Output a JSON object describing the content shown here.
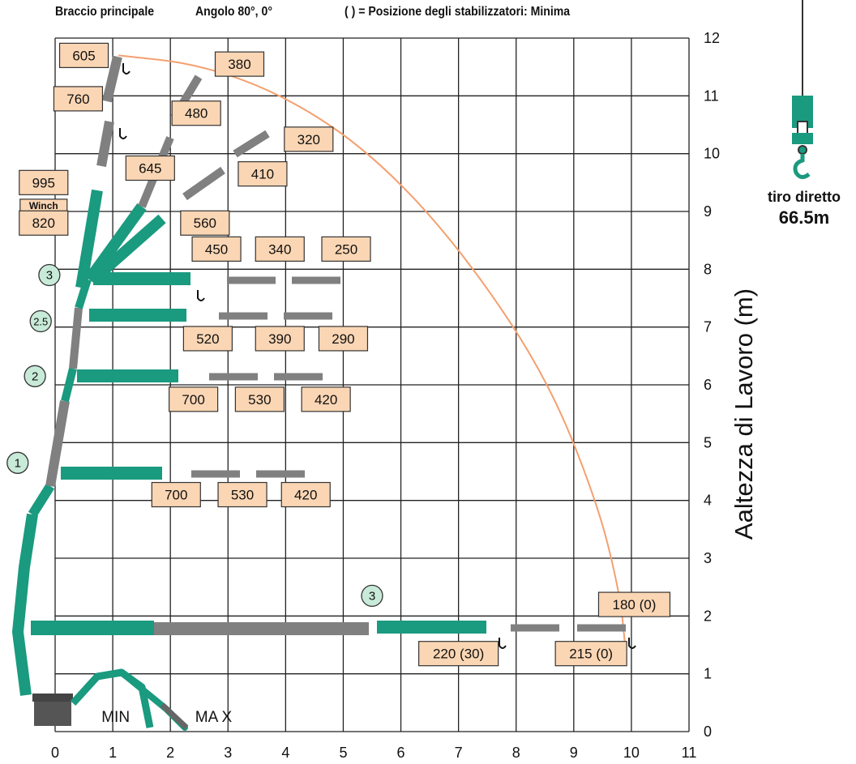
{
  "header": {
    "boom": "Braccio principale",
    "angle": "Angolo 80°, 0°",
    "outriggers": "( ) = Posizione degli stabilizzatori: Minima"
  },
  "side": {
    "label": "tiro diretto",
    "value": "66.5m"
  },
  "colors": {
    "boom": "#1a9a7f",
    "extension": "#808080",
    "load_label_fill": "#fbd6b4",
    "arc": "#f4a070",
    "badge_fill": "#c8ead8",
    "base": "#555555"
  },
  "chart_data": {
    "type": "scatter",
    "title": "",
    "xlabel": "",
    "ylabel": "Aaltezza di Lavoro (m)",
    "xlim": [
      0,
      11
    ],
    "ylim": [
      0,
      12
    ],
    "x_ticks": [
      "0",
      "1",
      "2",
      "3",
      "4",
      "5",
      "6",
      "7",
      "8",
      "9",
      "10",
      "11"
    ],
    "y_ticks": [
      "0",
      "1",
      "2",
      "3",
      "4",
      "5",
      "6",
      "7",
      "8",
      "9",
      "10",
      "11",
      "12"
    ],
    "grid": true,
    "envelope_arc": [
      [
        1.1,
        11.7
      ],
      [
        2.5,
        11.55
      ],
      [
        4.0,
        11.0
      ],
      [
        5.5,
        10.0
      ],
      [
        7.0,
        8.4
      ],
      [
        8.5,
        6.2
      ],
      [
        9.4,
        4.0
      ],
      [
        9.8,
        2.4
      ],
      [
        9.9,
        1.4
      ]
    ],
    "section_badges": [
      {
        "label": "3",
        "x": -0.1,
        "y": 7.9
      },
      {
        "label": "2.5",
        "x": -0.25,
        "y": 7.1
      },
      {
        "label": "2",
        "x": -0.35,
        "y": 6.15
      },
      {
        "label": "1",
        "x": -0.65,
        "y": 4.65
      },
      {
        "label": "3",
        "x": 5.5,
        "y": 2.35
      }
    ],
    "base_labels": [
      {
        "label": "MIN",
        "x": 1.05,
        "y": 0.25
      },
      {
        "label": "MA X",
        "x": 2.75,
        "y": 0.25
      }
    ],
    "load_points": [
      {
        "label": "605",
        "x": 0.5,
        "y": 11.7
      },
      {
        "label": "380",
        "x": 3.2,
        "y": 11.55
      },
      {
        "label": "760",
        "x": 0.4,
        "y": 10.95
      },
      {
        "label": "480",
        "x": 2.45,
        "y": 10.7
      },
      {
        "label": "320",
        "x": 4.4,
        "y": 10.25
      },
      {
        "label": "645",
        "x": 1.65,
        "y": 9.75
      },
      {
        "label": "410",
        "x": 3.6,
        "y": 9.65
      },
      {
        "label": "995",
        "x": -0.2,
        "y": 9.5
      },
      {
        "label": "Winch",
        "x": -0.2,
        "y": 9.1
      },
      {
        "label": "820",
        "x": -0.2,
        "y": 8.8
      },
      {
        "label": "560",
        "x": 2.6,
        "y": 8.8
      },
      {
        "label": "450",
        "x": 2.8,
        "y": 8.35
      },
      {
        "label": "340",
        "x": 3.9,
        "y": 8.35
      },
      {
        "label": "250",
        "x": 5.05,
        "y": 8.35
      },
      {
        "label": "520",
        "x": 2.65,
        "y": 6.8
      },
      {
        "label": "390",
        "x": 3.9,
        "y": 6.8
      },
      {
        "label": "290",
        "x": 5.0,
        "y": 6.8
      },
      {
        "label": "700",
        "x": 2.4,
        "y": 5.75
      },
      {
        "label": "530",
        "x": 3.55,
        "y": 5.75
      },
      {
        "label": "420",
        "x": 4.7,
        "y": 5.75
      },
      {
        "label": "700",
        "x": 2.1,
        "y": 4.1
      },
      {
        "label": "530",
        "x": 3.25,
        "y": 4.1
      },
      {
        "label": "420",
        "x": 4.35,
        "y": 4.1
      },
      {
        "label": "180 (0)",
        "x": 10.05,
        "y": 2.2
      },
      {
        "label": "220 (30)",
        "x": 7.0,
        "y": 1.35
      },
      {
        "label": "215 (0)",
        "x": 9.3,
        "y": 1.35
      }
    ]
  }
}
